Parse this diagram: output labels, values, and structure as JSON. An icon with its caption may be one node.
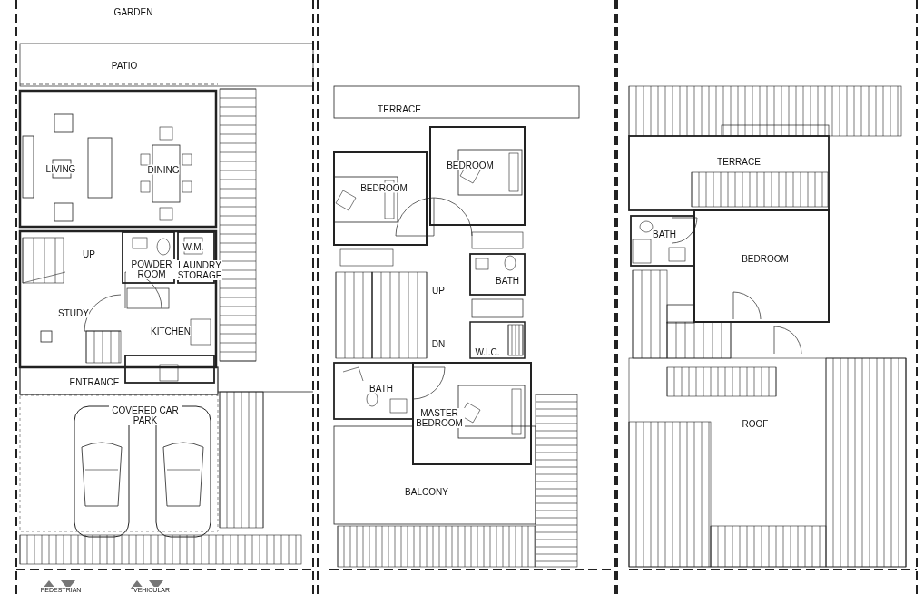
{
  "diagram": {
    "labels": [
      "GARDEN",
      "PATIO",
      "LIVING",
      "DINING",
      "UP",
      "POWDER ROOM",
      "W.M.",
      "LAUNDRY STORAGE",
      "STUDY",
      "KITCHEN",
      "ENTRANCE",
      "COVERED CAR PARK",
      "PEDESTRIAN",
      "VEHICULAR",
      "TERRACE",
      "BEDROOM",
      "BEDROOM",
      "BATH",
      "UP",
      "DN",
      "W.I.C.",
      "BATH",
      "MASTER BEDROOM",
      "BALCONY",
      "TERRACE",
      "BATH",
      "BEDROOM",
      "ROOF"
    ]
  }
}
